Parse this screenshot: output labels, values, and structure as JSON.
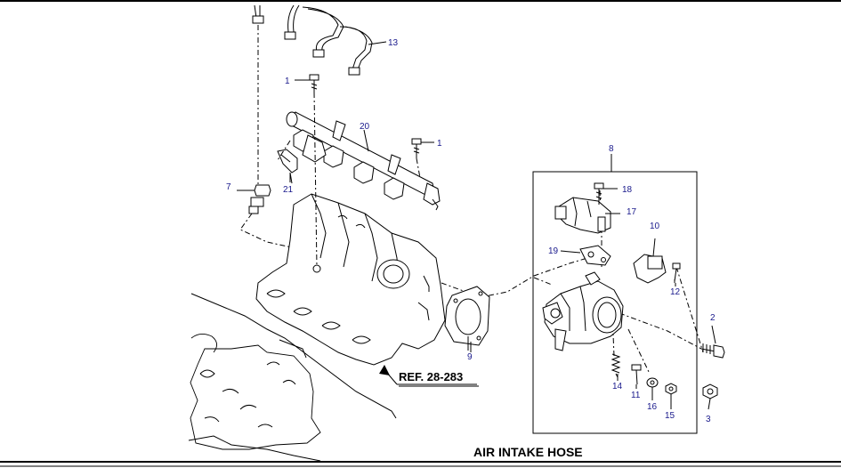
{
  "diagram": {
    "title": "AIR INTAKE HOSE",
    "reference": "REF. 28-283",
    "callouts": {
      "c1a": "1",
      "c1b": "1",
      "c2": "2",
      "c3": "3",
      "c7": "7",
      "c8": "8",
      "c9": "9",
      "c10": "10",
      "c11": "11",
      "c12": "12",
      "c13": "13",
      "c14": "14",
      "c15": "15",
      "c16": "16",
      "c17": "17",
      "c18": "18",
      "c19": "19",
      "c20": "20",
      "c21": "21"
    }
  },
  "colors": {
    "callout": "#1a1a8c",
    "lines": "#000000",
    "background": "#ffffff"
  }
}
